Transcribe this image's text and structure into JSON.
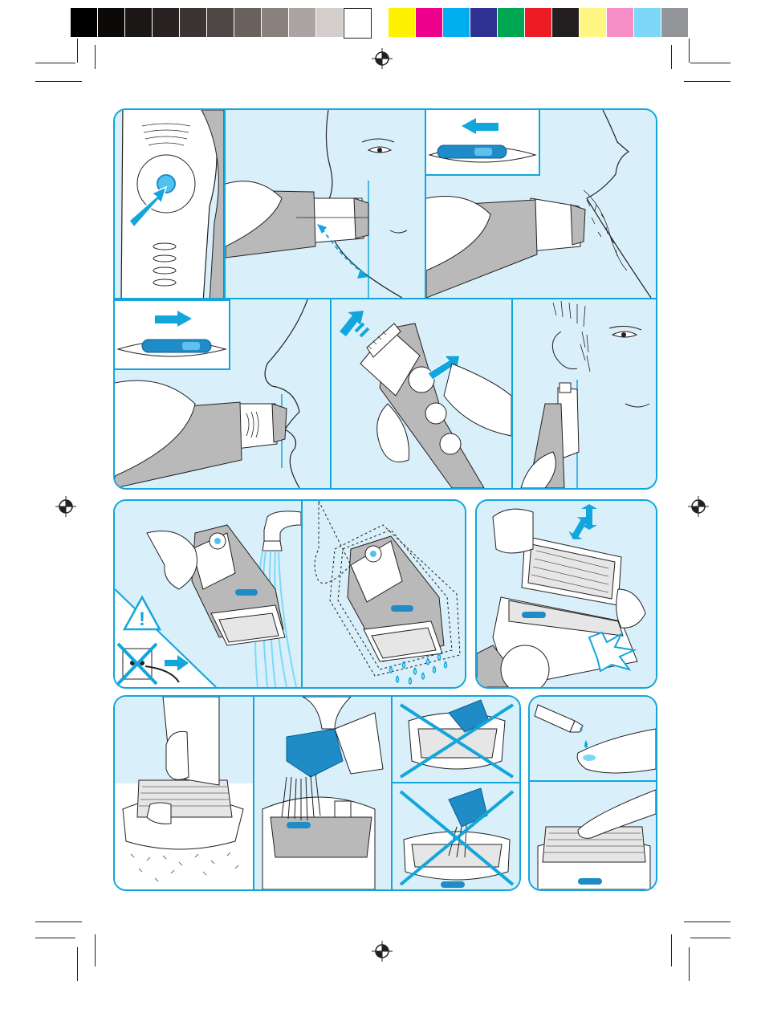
{
  "print_marks": {
    "grayscale_swatches": [
      "#000000",
      "#0c0a09",
      "#1a1716",
      "#282322",
      "#3a3433",
      "#4f4745",
      "#6a605e",
      "#8a817f",
      "#aca4a2",
      "#d3cdcc",
      "#ffffff"
    ],
    "color_swatches": [
      "#fff200",
      "#ec008c",
      "#00aeef",
      "#2e3192",
      "#00a651",
      "#ed1c24",
      "#231f20",
      "#fff684",
      "#f78fc6",
      "#7dd8f8",
      "#939598"
    ],
    "registration_mark_icon": "crosshair-registration-icon"
  },
  "colors": {
    "accent": "#12a6dc",
    "panel_background": "#d9f0fa",
    "device_gray": "#b9b9b9",
    "switch_blue": "#1f8cc8",
    "line": "#231f20"
  },
  "groups": {
    "top": {
      "panels": [
        {
          "id": "power-button",
          "icon": "press-button-arrow-icon"
        },
        {
          "id": "shave-face",
          "icon": "angle-arrow-icon"
        },
        {
          "id": "slide-switch-left",
          "icon": "arrow-left-icon"
        },
        {
          "id": "slide-switch-right",
          "icon": "arrow-right-icon"
        },
        {
          "id": "remove-trimmer",
          "icon": "double-arrow-icon"
        },
        {
          "id": "trim-sideburns",
          "icon": "trimmer-icon"
        }
      ]
    },
    "middle": {
      "panels": [
        {
          "id": "rinse-under-tap",
          "icon": "faucet-icon"
        },
        {
          "id": "warning-unplug",
          "icon": "warning-triangle-icon",
          "warning_symbol": "!"
        },
        {
          "id": "shake-dry",
          "icon": "water-drops-icon"
        },
        {
          "id": "remove-cassette",
          "icon": "up-down-arrow-icon"
        }
      ]
    },
    "bottom": {
      "panels": [
        {
          "id": "tap-cassette",
          "icon": "tap-icon"
        },
        {
          "id": "brush-housing",
          "icon": "brush-icon"
        },
        {
          "id": "dont-brush-foil",
          "icon": "cross-icon"
        },
        {
          "id": "dont-brush-cutter",
          "icon": "cross-icon"
        },
        {
          "id": "oil-drop",
          "icon": "oil-drop-icon"
        },
        {
          "id": "apply-oil",
          "icon": "finger-icon"
        }
      ]
    }
  }
}
